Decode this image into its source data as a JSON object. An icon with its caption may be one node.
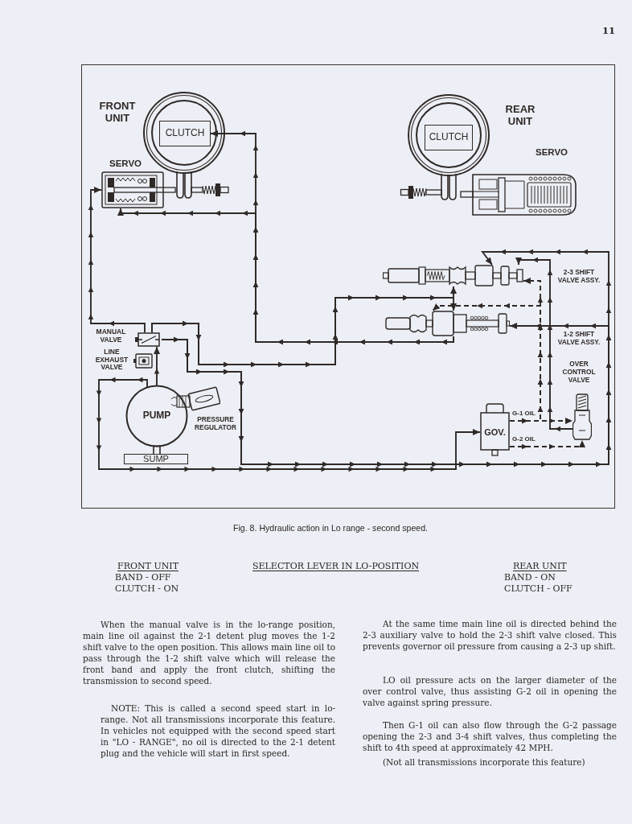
{
  "diagram": {
    "caption": "Fig. 8. Hydraulic action in Lo range - second speed.",
    "nodes": [
      {
        "text": [],
        "shape": "circle",
        "beside": [
          "FRONT UNIT"
        ]
      },
      {
        "text": [],
        "shape": "circle",
        "in": 0
      },
      {
        "text": [
          "CLUTCH"
        ],
        "in": 1
      },
      {
        "text": [],
        "shape": "picture",
        "beside": [
          "SERVO"
        ]
      },
      {
        "text": [],
        "shape": "circle",
        "beside": [
          "REAR UNIT"
        ]
      },
      {
        "text": [],
        "shape": "circle",
        "in": 4
      },
      {
        "text": [
          "CLUTCH"
        ],
        "in": 5
      },
      {
        "text": [],
        "shape": "picture",
        "beside": [
          "SERVO"
        ]
      },
      {
        "text": [],
        "shape": "picture",
        "beside": [
          "MANUAL VALVE"
        ]
      },
      {
        "text": [],
        "shape": "picture",
        "beside": [
          "LINE EXHAUST VALVE"
        ]
      },
      {
        "text": [
          "PUMP"
        ]
      },
      {
        "text": [],
        "shape": "picture",
        "beside": [
          "PRESSURE REGULATOR"
        ]
      },
      {
        "text": [
          "SUMP"
        ]
      },
      {
        "text": [],
        "shape": "picture"
      },
      {
        "text": [],
        "shape": "picture"
      },
      {
        "text": [],
        "shape": "picture",
        "beside": [
          "OVER CONTROL VALVE"
        ]
      },
      {
        "text": [
          "GOV."
        ]
      }
    ],
    "edges": [
      {
        "from": 10,
        "to": 8,
        "arrow": "to"
      },
      {
        "from": 8,
        "to": 3,
        "arrow": "to"
      },
      {
        "from": 8,
        "to": 13,
        "arrow": "to"
      },
      {
        "from": 8,
        "to": 14,
        "arrow": "to"
      },
      {
        "from": 14,
        "to": 2,
        "arrow": "to"
      },
      {
        "from": 14,
        "to": 3,
        "arrow": "to"
      },
      {
        "from": 8,
        "to": 14,
        "arrow": "to"
      },
      {
        "from": 8,
        "to": 13,
        "arrow": "to"
      },
      {
        "from": 10,
        "to": 16,
        "arrow": "to"
      },
      {
        "from": 16,
        "to": 13,
        "arrow": "to",
        "style": "dashed"
      },
      {
        "from": 16,
        "to": 14,
        "arrow": "to",
        "style": "dashed"
      },
      {
        "from": 16,
        "to": 15,
        "arrow": "to",
        "style": "dashed"
      },
      {
        "from": 16,
        "to": 15,
        "arrow": "to",
        "style": "dashed"
      },
      {
        "from": 15,
        "to": 13,
        "arrow": "to"
      },
      {
        "from": 12,
        "to": 10,
        "arrow": "none"
      }
    ],
    "labels": [
      "11",
      "2-3 SHIFT VALVE ASSY.",
      "1-2 SHIFT VALVE ASSY.",
      "G-1 OIL",
      "G-2 OIL",
      "FRONT UNIT",
      "BAND - OFF",
      "CLUTCH - ON",
      "SELECTOR LEVER IN LO-POSITION",
      "REAR UNIT",
      "BAND - ON",
      "CLUTCH - OFF",
      "When the manual valve is in the lo-range position, main line oil against the 2-1 detent plug moves the 1-2 shift valve to the open position. This allows main line oil to pass through the 1-2 shift valve which will release the front band and apply the front clutch, shifting the transmission to second speed.",
      "NOTE: This is called a second speed start in lo-range. Not all transmissions incorporate this feature. In vehicles not equipped with the second speed start in \"LO - RANGE\", no oil is directed to the 2-1 detent plug and the vehicle will start in first speed.",
      "At the same time main line oil is directed behind the 2-3 auxiliary valve to hold the 2-3 shift valve closed. This prevents governor oil pressure from causing a 2-3 up shift.",
      "LO oil pressure acts on the larger diameter of the over control valve, thus assisting G-2 oil in opening the valve against spring pressure.",
      "Then G-1 oil can also flow through the G-2 passage opening the 2-3 and 3-4 shift valves, thus completing the shift to 4th speed at approximately 42 MPH.",
      "(Not all transmissions incorporate this feature)"
    ]
  }
}
